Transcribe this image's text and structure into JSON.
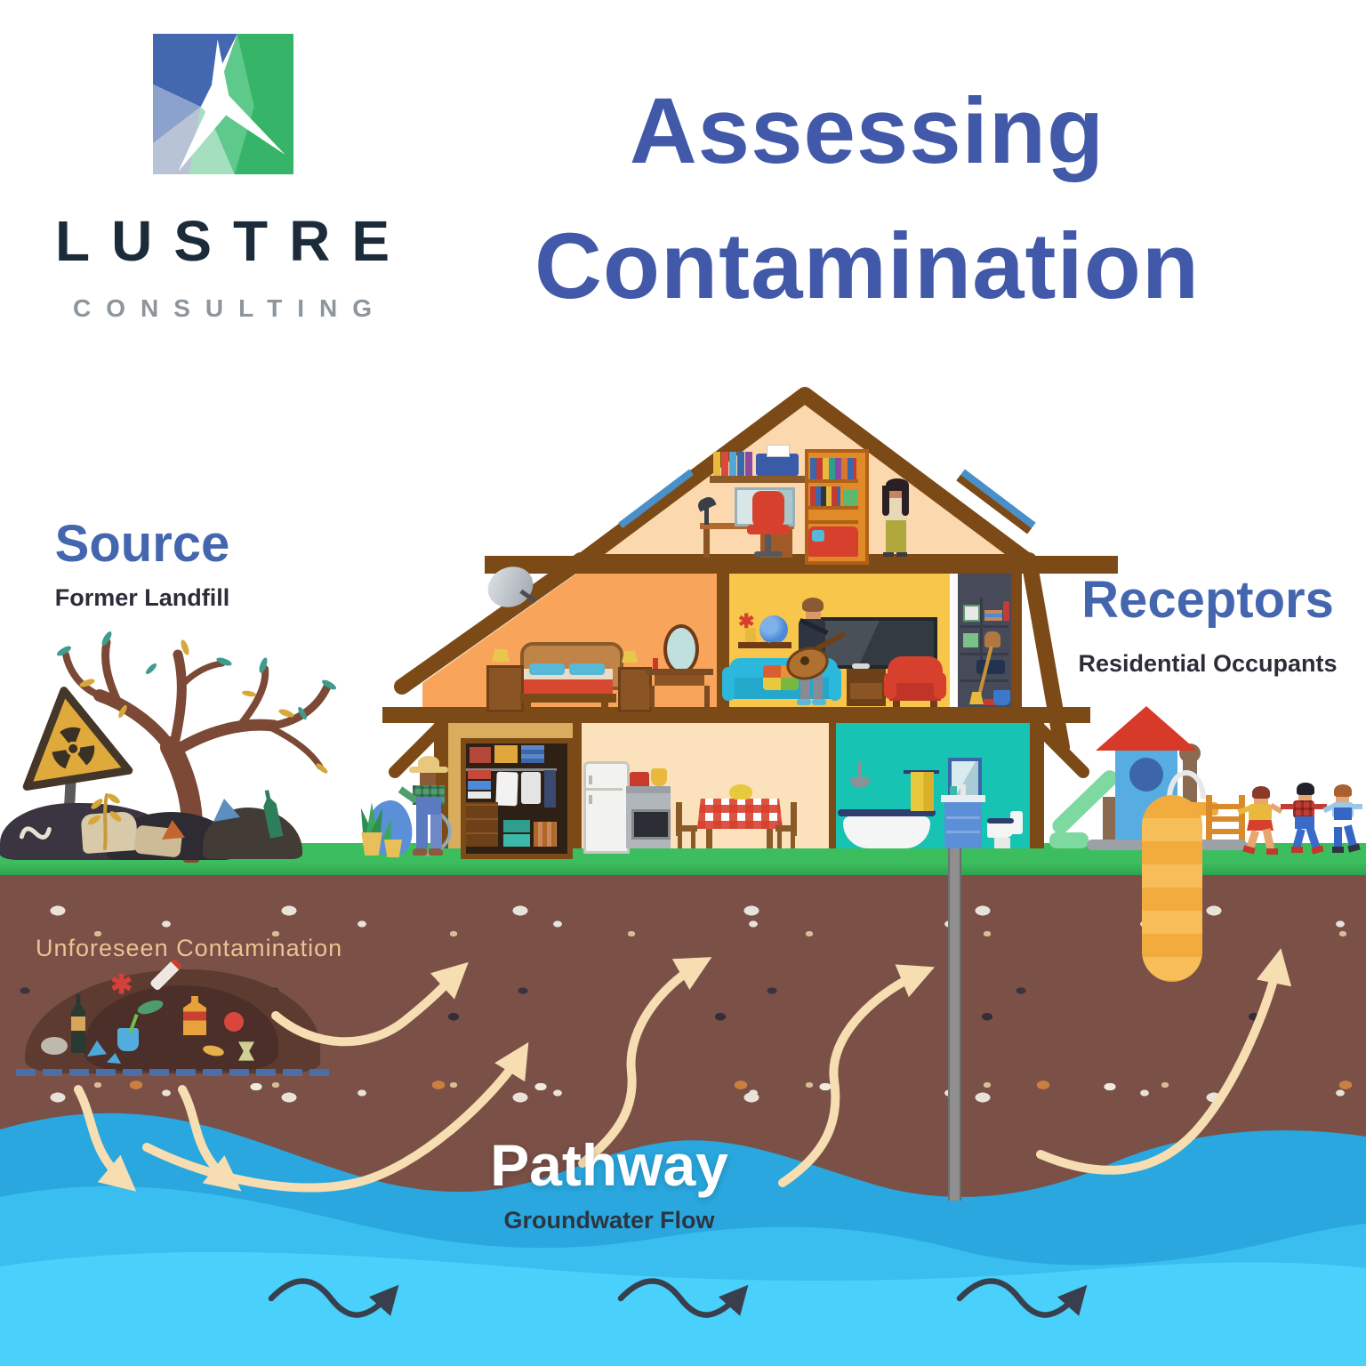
{
  "logo": {
    "brand": "LUSTRE",
    "tagline": "CONSULTING",
    "mark": "faceted-square-star-logo"
  },
  "title": {
    "line1": "Assessing",
    "line2": "Contamination"
  },
  "annotations": {
    "source": {
      "title": "Source",
      "subtitle": "Former Landfill"
    },
    "receptors": {
      "title": "Receptors",
      "subtitle": "Residential Occupants"
    },
    "pathway": {
      "title": "Pathway",
      "subtitle": "Groundwater Flow"
    },
    "soil": {
      "label": "Unforeseen Contamination"
    }
  },
  "icons": {
    "logo_mark": "faceted-square-star",
    "warning_sign": "radiation-trefoil",
    "satellite_dish": "satellite-dish",
    "flow_arrows": "curved-flow-arrow"
  },
  "colors": {
    "title_blue": "#4159A8",
    "label_blue": "#4466AF",
    "dark_text": "#2E2C38",
    "brand_navy": "#1C2B3A",
    "tagline_gray": "#8D969C",
    "grass_green": "#3CBE5F",
    "grass_dark": "#2FA350",
    "soil_brown": "#7A5047",
    "mound_brown": "#5E3B30",
    "mound_dark": "#4C2F28",
    "water_dark": "#29A7DE",
    "water_mid": "#39BEEF",
    "water_light": "#49D0FB",
    "arrow_cream": "#F6DDB2",
    "arrow_navy": "#3A3F4E",
    "contam_label": "#E9C493",
    "roof_brown": "#7C4A16",
    "attic_peach": "#FBD8AE",
    "bedroom_orange": "#F8A55B",
    "living_yellow": "#F8C64A",
    "closet_slate": "#474B59",
    "bathroom_teal": "#17C3B2",
    "kitchen_cream": "#FBE2BC",
    "wardrobe_tan": "#D8AE5E",
    "pipe_gray": "#8F8F8F",
    "sign_yellow": "#DFA93C",
    "tree_brown": "#7B4936"
  }
}
